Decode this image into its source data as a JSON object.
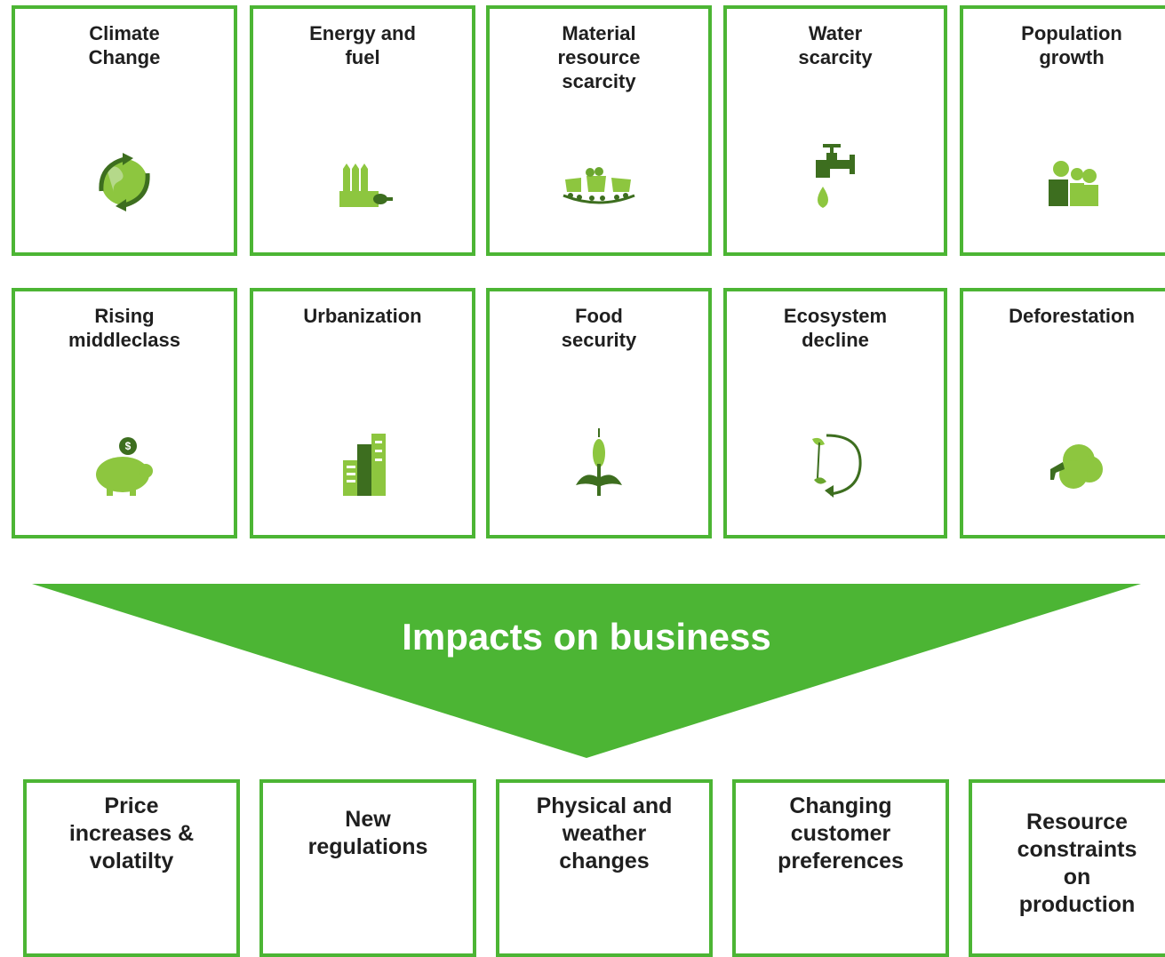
{
  "colors": {
    "accent": "#4cb534",
    "icon_light": "#8dc63f",
    "icon_dark": "#3d6e1f"
  },
  "drivers_row1": [
    {
      "label": "Climate\nChange",
      "icon": "globe-cycle-icon"
    },
    {
      "label": "Energy and\nfuel",
      "icon": "factory-icon"
    },
    {
      "label": "Material\nresource\nscarcity",
      "icon": "mine-carts-icon"
    },
    {
      "label": "Water\nscarcity",
      "icon": "faucet-drop-icon"
    },
    {
      "label": "Population\ngrowth",
      "icon": "people-group-icon"
    }
  ],
  "drivers_row2": [
    {
      "label": "Rising\nmiddleclass",
      "icon": "piggy-bank-icon"
    },
    {
      "label": "Urbanization",
      "icon": "buildings-icon"
    },
    {
      "label": "Food\nsecurity",
      "icon": "wheat-icon"
    },
    {
      "label": "Ecosystem\ndecline",
      "icon": "sprout-cycle-icon"
    },
    {
      "label": "Deforestation",
      "icon": "tree-stump-icon"
    }
  ],
  "arrow": {
    "label": "Impacts on business"
  },
  "impacts": [
    {
      "label": "Price\nincreases &\nvolatilty"
    },
    {
      "label": "New\nregulations"
    },
    {
      "label": "Physical and\nweather\nchanges"
    },
    {
      "label": "Changing\ncustomer\npreferences"
    },
    {
      "label": "Resource\nconstraints\non\nproduction"
    }
  ]
}
